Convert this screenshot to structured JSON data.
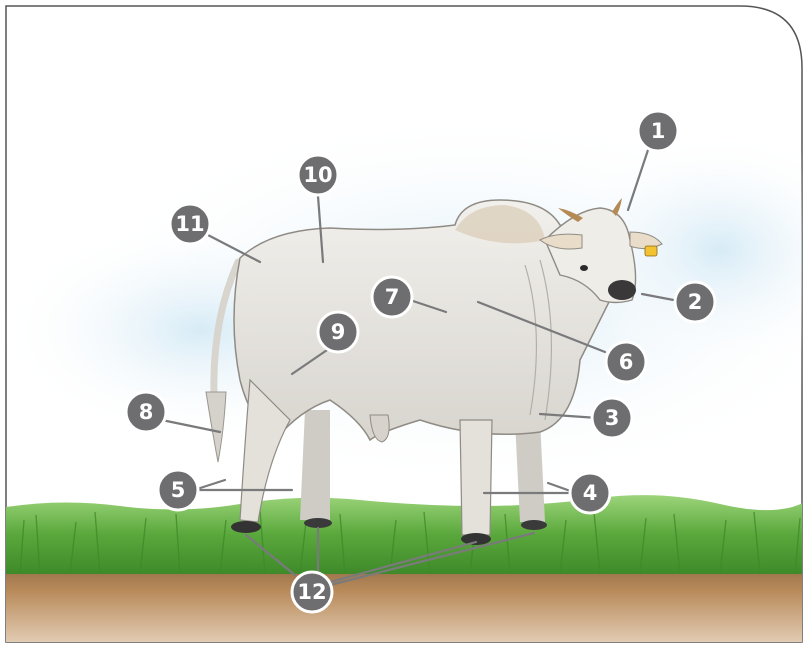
{
  "colors": {
    "badge_fill": "#6e6e70",
    "badge_ring": "#ffffff",
    "leader_line": "#7a7a7c",
    "grass": "#5fae3e",
    "soil": "#b98a58",
    "sky": "#cfe6f2",
    "cow_body": "#ebe9e4",
    "ear_tag": "#f2c230"
  },
  "callouts": [
    {
      "id": "1",
      "label": "1"
    },
    {
      "id": "2",
      "label": "2"
    },
    {
      "id": "3",
      "label": "3"
    },
    {
      "id": "4",
      "label": "4"
    },
    {
      "id": "5",
      "label": "5"
    },
    {
      "id": "6",
      "label": "6"
    },
    {
      "id": "7",
      "label": "7"
    },
    {
      "id": "8",
      "label": "8"
    },
    {
      "id": "9",
      "label": "9"
    },
    {
      "id": "10",
      "label": "10"
    },
    {
      "id": "11",
      "label": "11"
    },
    {
      "id": "12",
      "label": "12"
    }
  ]
}
